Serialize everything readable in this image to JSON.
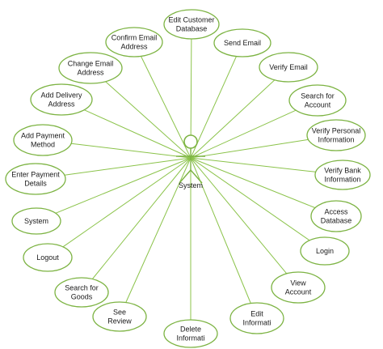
{
  "actor": {
    "name": "System"
  },
  "colors": {
    "stroke": "#7cb342",
    "line": "#8bc34a",
    "text": "#1a1a1a"
  },
  "use_cases": [
    {
      "id": "edit-customer-database",
      "lines": [
        "Edit Customer",
        "Database"
      ]
    },
    {
      "id": "confirm-email-address",
      "lines": [
        "Confirm Email",
        "Address"
      ]
    },
    {
      "id": "send-email",
      "lines": [
        "Send Email"
      ]
    },
    {
      "id": "change-email-address",
      "lines": [
        "Change Email",
        "Address"
      ]
    },
    {
      "id": "verify-email",
      "lines": [
        "Verify Email"
      ]
    },
    {
      "id": "add-delivery-address",
      "lines": [
        "Add Delivery",
        "Address"
      ]
    },
    {
      "id": "search-for-account",
      "lines": [
        "Search for",
        "Account"
      ]
    },
    {
      "id": "add-payment-method",
      "lines": [
        "Add Payment",
        "Method"
      ]
    },
    {
      "id": "verify-personal-information",
      "lines": [
        "Verify Personal",
        "Information"
      ]
    },
    {
      "id": "enter-payment-details",
      "lines": [
        "Enter Payment",
        "Details"
      ]
    },
    {
      "id": "verify-bank-information",
      "lines": [
        "Verify Bank",
        "Information"
      ]
    },
    {
      "id": "system",
      "lines": [
        "System"
      ]
    },
    {
      "id": "access-database",
      "lines": [
        "Access",
        "Database"
      ]
    },
    {
      "id": "logout",
      "lines": [
        "Logout"
      ]
    },
    {
      "id": "login",
      "lines": [
        "Login"
      ]
    },
    {
      "id": "search-for-goods",
      "lines": [
        "Search for",
        "Goods"
      ]
    },
    {
      "id": "view-account",
      "lines": [
        "View",
        "Account"
      ]
    },
    {
      "id": "see-review",
      "lines": [
        "See",
        "Review"
      ]
    },
    {
      "id": "edit-informati",
      "lines": [
        "Edit",
        "Informati"
      ]
    },
    {
      "id": "delete-informati",
      "lines": [
        "Delete",
        "Informati"
      ]
    }
  ]
}
